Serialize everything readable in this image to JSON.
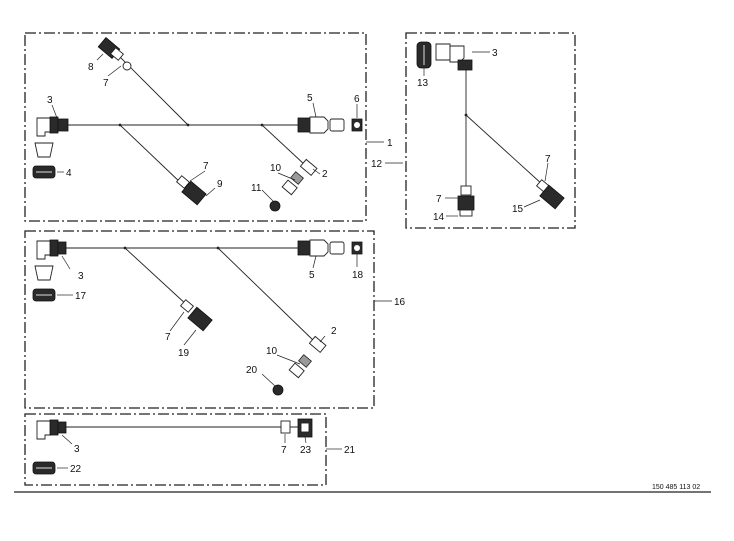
{
  "drawing": {
    "reference_number": "150 485 113 02",
    "callouts": {
      "c1": "1",
      "c2": "2",
      "c3": "3",
      "c4": "4",
      "c5": "5",
      "c6": "6",
      "c7": "7",
      "c8": "8",
      "c9": "9",
      "c10": "10",
      "c11": "11",
      "c12": "12",
      "c13": "13",
      "c14": "14",
      "c15": "15",
      "c16": "16",
      "c17": "17",
      "c18": "18",
      "c19": "19",
      "c20": "20",
      "c21": "21",
      "c22": "22",
      "c23": "23"
    }
  }
}
